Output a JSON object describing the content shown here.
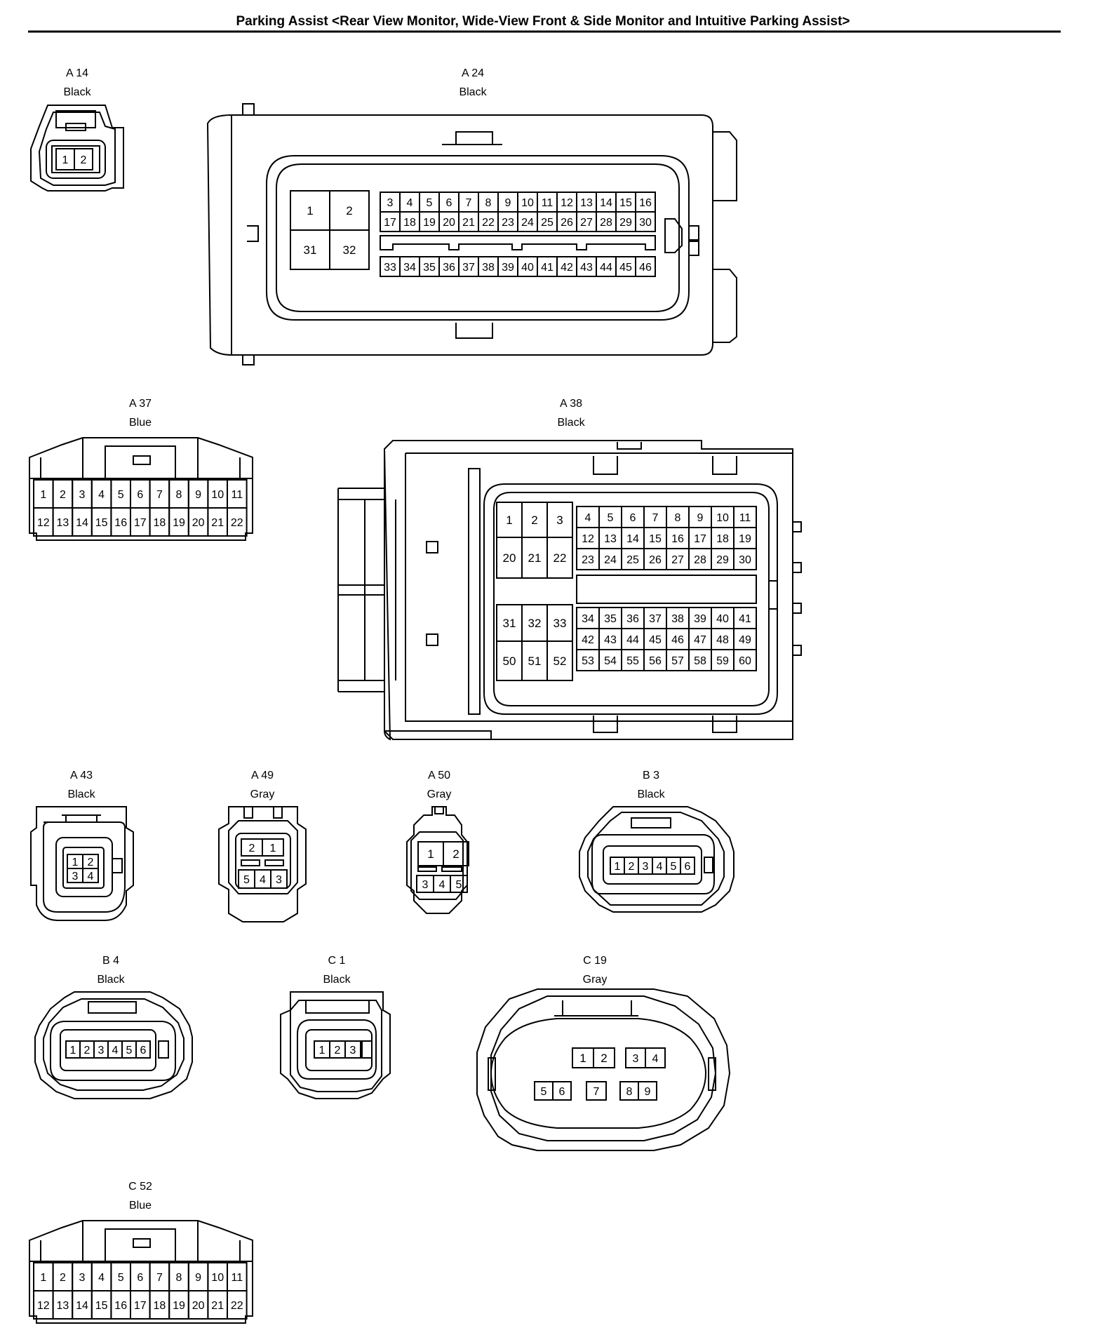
{
  "title": "Parking Assist <Rear View Monitor, Wide-View Front & Side Monitor and Intuitive Parking Assist>",
  "connectors": [
    {
      "id": "A 14",
      "color": "Black",
      "pins": [
        "1",
        "2"
      ]
    },
    {
      "id": "A 24",
      "color": "Black",
      "pins": [
        "1",
        "2",
        "31",
        "32",
        "3",
        "4",
        "5",
        "6",
        "7",
        "8",
        "9",
        "10",
        "11",
        "12",
        "13",
        "14",
        "15",
        "16",
        "17",
        "18",
        "19",
        "20",
        "21",
        "22",
        "23",
        "24",
        "25",
        "26",
        "27",
        "28",
        "29",
        "30",
        "33",
        "34",
        "35",
        "36",
        "37",
        "38",
        "39",
        "40",
        "41",
        "42",
        "43",
        "44",
        "45",
        "46"
      ]
    },
    {
      "id": "A 37",
      "color": "Blue",
      "pins": [
        "1",
        "2",
        "3",
        "4",
        "5",
        "6",
        "7",
        "8",
        "9",
        "10",
        "11",
        "12",
        "13",
        "14",
        "15",
        "16",
        "17",
        "18",
        "19",
        "20",
        "21",
        "22"
      ]
    },
    {
      "id": "A 38",
      "color": "Black",
      "pins": [
        "1",
        "2",
        "3",
        "20",
        "21",
        "22",
        "4",
        "5",
        "6",
        "7",
        "8",
        "9",
        "10",
        "11",
        "12",
        "13",
        "14",
        "15",
        "16",
        "17",
        "18",
        "19",
        "23",
        "24",
        "25",
        "26",
        "27",
        "28",
        "29",
        "30",
        "31",
        "32",
        "33",
        "50",
        "51",
        "52",
        "34",
        "35",
        "36",
        "37",
        "38",
        "39",
        "40",
        "41",
        "42",
        "43",
        "44",
        "45",
        "46",
        "47",
        "48",
        "49",
        "53",
        "54",
        "55",
        "56",
        "57",
        "58",
        "59",
        "60"
      ]
    },
    {
      "id": "A 43",
      "color": "Black",
      "pins": [
        "1",
        "2",
        "3",
        "4"
      ]
    },
    {
      "id": "A 49",
      "color": "Gray",
      "pins": [
        "2",
        "1",
        "5",
        "4",
        "3"
      ]
    },
    {
      "id": "A 50",
      "color": "Gray",
      "pins": [
        "1",
        "2",
        "3",
        "4",
        "5"
      ]
    },
    {
      "id": "B 3",
      "color": "Black",
      "pins": [
        "1",
        "2",
        "3",
        "4",
        "5",
        "6"
      ]
    },
    {
      "id": "B 4",
      "color": "Black",
      "pins": [
        "1",
        "2",
        "3",
        "4",
        "5",
        "6"
      ]
    },
    {
      "id": "C 1",
      "color": "Black",
      "pins": [
        "1",
        "2",
        "3"
      ]
    },
    {
      "id": "C 19",
      "color": "Gray",
      "pins": [
        "1",
        "2",
        "3",
        "4",
        "5",
        "6",
        "7",
        "8",
        "9"
      ]
    },
    {
      "id": "C 52",
      "color": "Blue",
      "pins": [
        "1",
        "2",
        "3",
        "4",
        "5",
        "6",
        "7",
        "8",
        "9",
        "10",
        "11",
        "12",
        "13",
        "14",
        "15",
        "16",
        "17",
        "18",
        "19",
        "20",
        "21",
        "22"
      ]
    }
  ]
}
